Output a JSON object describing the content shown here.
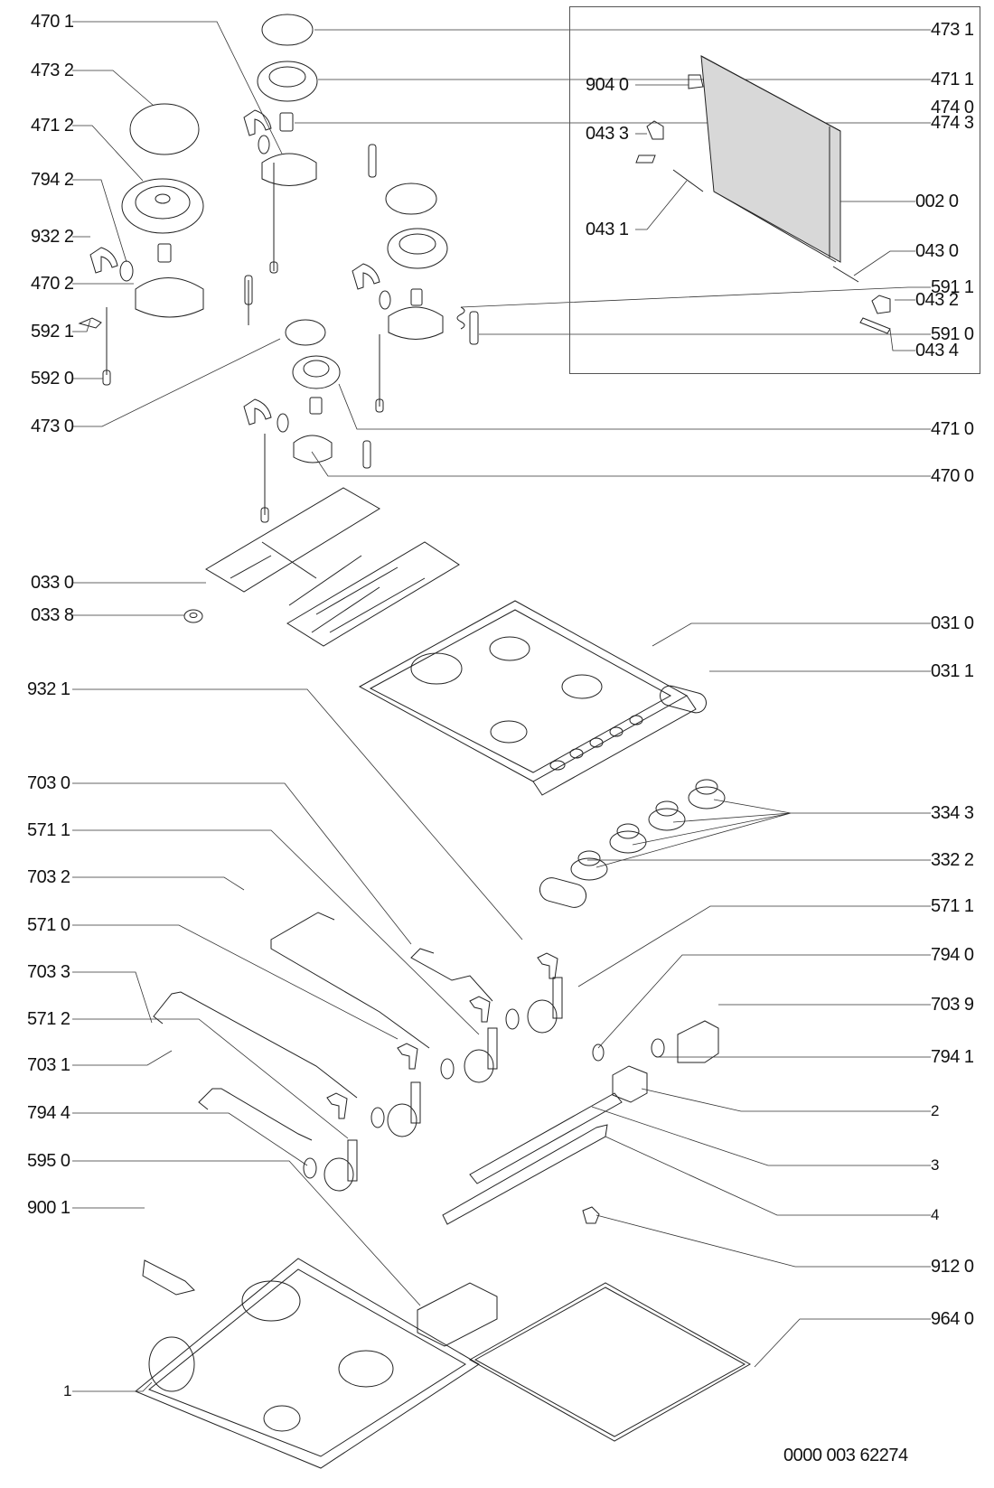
{
  "diagram": {
    "title": "Gas hob exploded view – spare parts diagram",
    "document_number": "0000 003 62274",
    "labels_left": [
      {
        "id": "470-1",
        "text": "470 1"
      },
      {
        "id": "473-2",
        "text": "473 2"
      },
      {
        "id": "471-2",
        "text": "471 2"
      },
      {
        "id": "794-2",
        "text": "794 2"
      },
      {
        "id": "932-2",
        "text": "932 2"
      },
      {
        "id": "470-2",
        "text": "470 2"
      },
      {
        "id": "592-1",
        "text": "592 1"
      },
      {
        "id": "592-0",
        "text": "592 0"
      },
      {
        "id": "473-0",
        "text": "473 0"
      },
      {
        "id": "033-0",
        "text": "033 0"
      },
      {
        "id": "033-8",
        "text": "033 8"
      },
      {
        "id": "932-1",
        "text": "932 1"
      },
      {
        "id": "703-0",
        "text": "703 0"
      },
      {
        "id": "571-1a",
        "text": "571 1"
      },
      {
        "id": "703-2",
        "text": "703 2"
      },
      {
        "id": "571-0",
        "text": "571 0"
      },
      {
        "id": "703-3",
        "text": "703 3"
      },
      {
        "id": "571-2",
        "text": "571 2"
      },
      {
        "id": "703-1",
        "text": "703 1"
      },
      {
        "id": "794-4",
        "text": "794 4"
      },
      {
        "id": "595-0",
        "text": "595 0"
      },
      {
        "id": "900-1",
        "text": "900 1"
      },
      {
        "id": "1",
        "text": "1"
      }
    ],
    "labels_right": [
      {
        "id": "473-1",
        "text": "473 1"
      },
      {
        "id": "471-1",
        "text": "471 1"
      },
      {
        "id": "474-0",
        "text": "474 0"
      },
      {
        "id": "474-3",
        "text": "474 3"
      },
      {
        "id": "591-1",
        "text": "591 1"
      },
      {
        "id": "591-0",
        "text": "591 0"
      },
      {
        "id": "471-0",
        "text": "471 0"
      },
      {
        "id": "470-0",
        "text": "470 0"
      },
      {
        "id": "031-0",
        "text": "031 0"
      },
      {
        "id": "031-1",
        "text": "031 1"
      },
      {
        "id": "334-3",
        "text": "334 3"
      },
      {
        "id": "332-2",
        "text": "332 2"
      },
      {
        "id": "571-1b",
        "text": "571 1"
      },
      {
        "id": "794-0",
        "text": "794 0"
      },
      {
        "id": "703-9",
        "text": "703 9"
      },
      {
        "id": "794-1",
        "text": "794 1"
      },
      {
        "id": "2",
        "text": "2"
      },
      {
        "id": "3",
        "text": "3"
      },
      {
        "id": "4",
        "text": "4"
      },
      {
        "id": "912-0",
        "text": "912 0"
      },
      {
        "id": "964-0",
        "text": "964 0"
      }
    ],
    "inset_labels": [
      {
        "id": "904-0",
        "text": "904 0"
      },
      {
        "id": "043-3",
        "text": "043 3"
      },
      {
        "id": "043-1",
        "text": "043 1"
      },
      {
        "id": "002-0",
        "text": "002 0"
      },
      {
        "id": "043-0",
        "text": "043 0"
      },
      {
        "id": "043-2",
        "text": "043 2"
      },
      {
        "id": "043-4",
        "text": "043 4"
      }
    ]
  }
}
